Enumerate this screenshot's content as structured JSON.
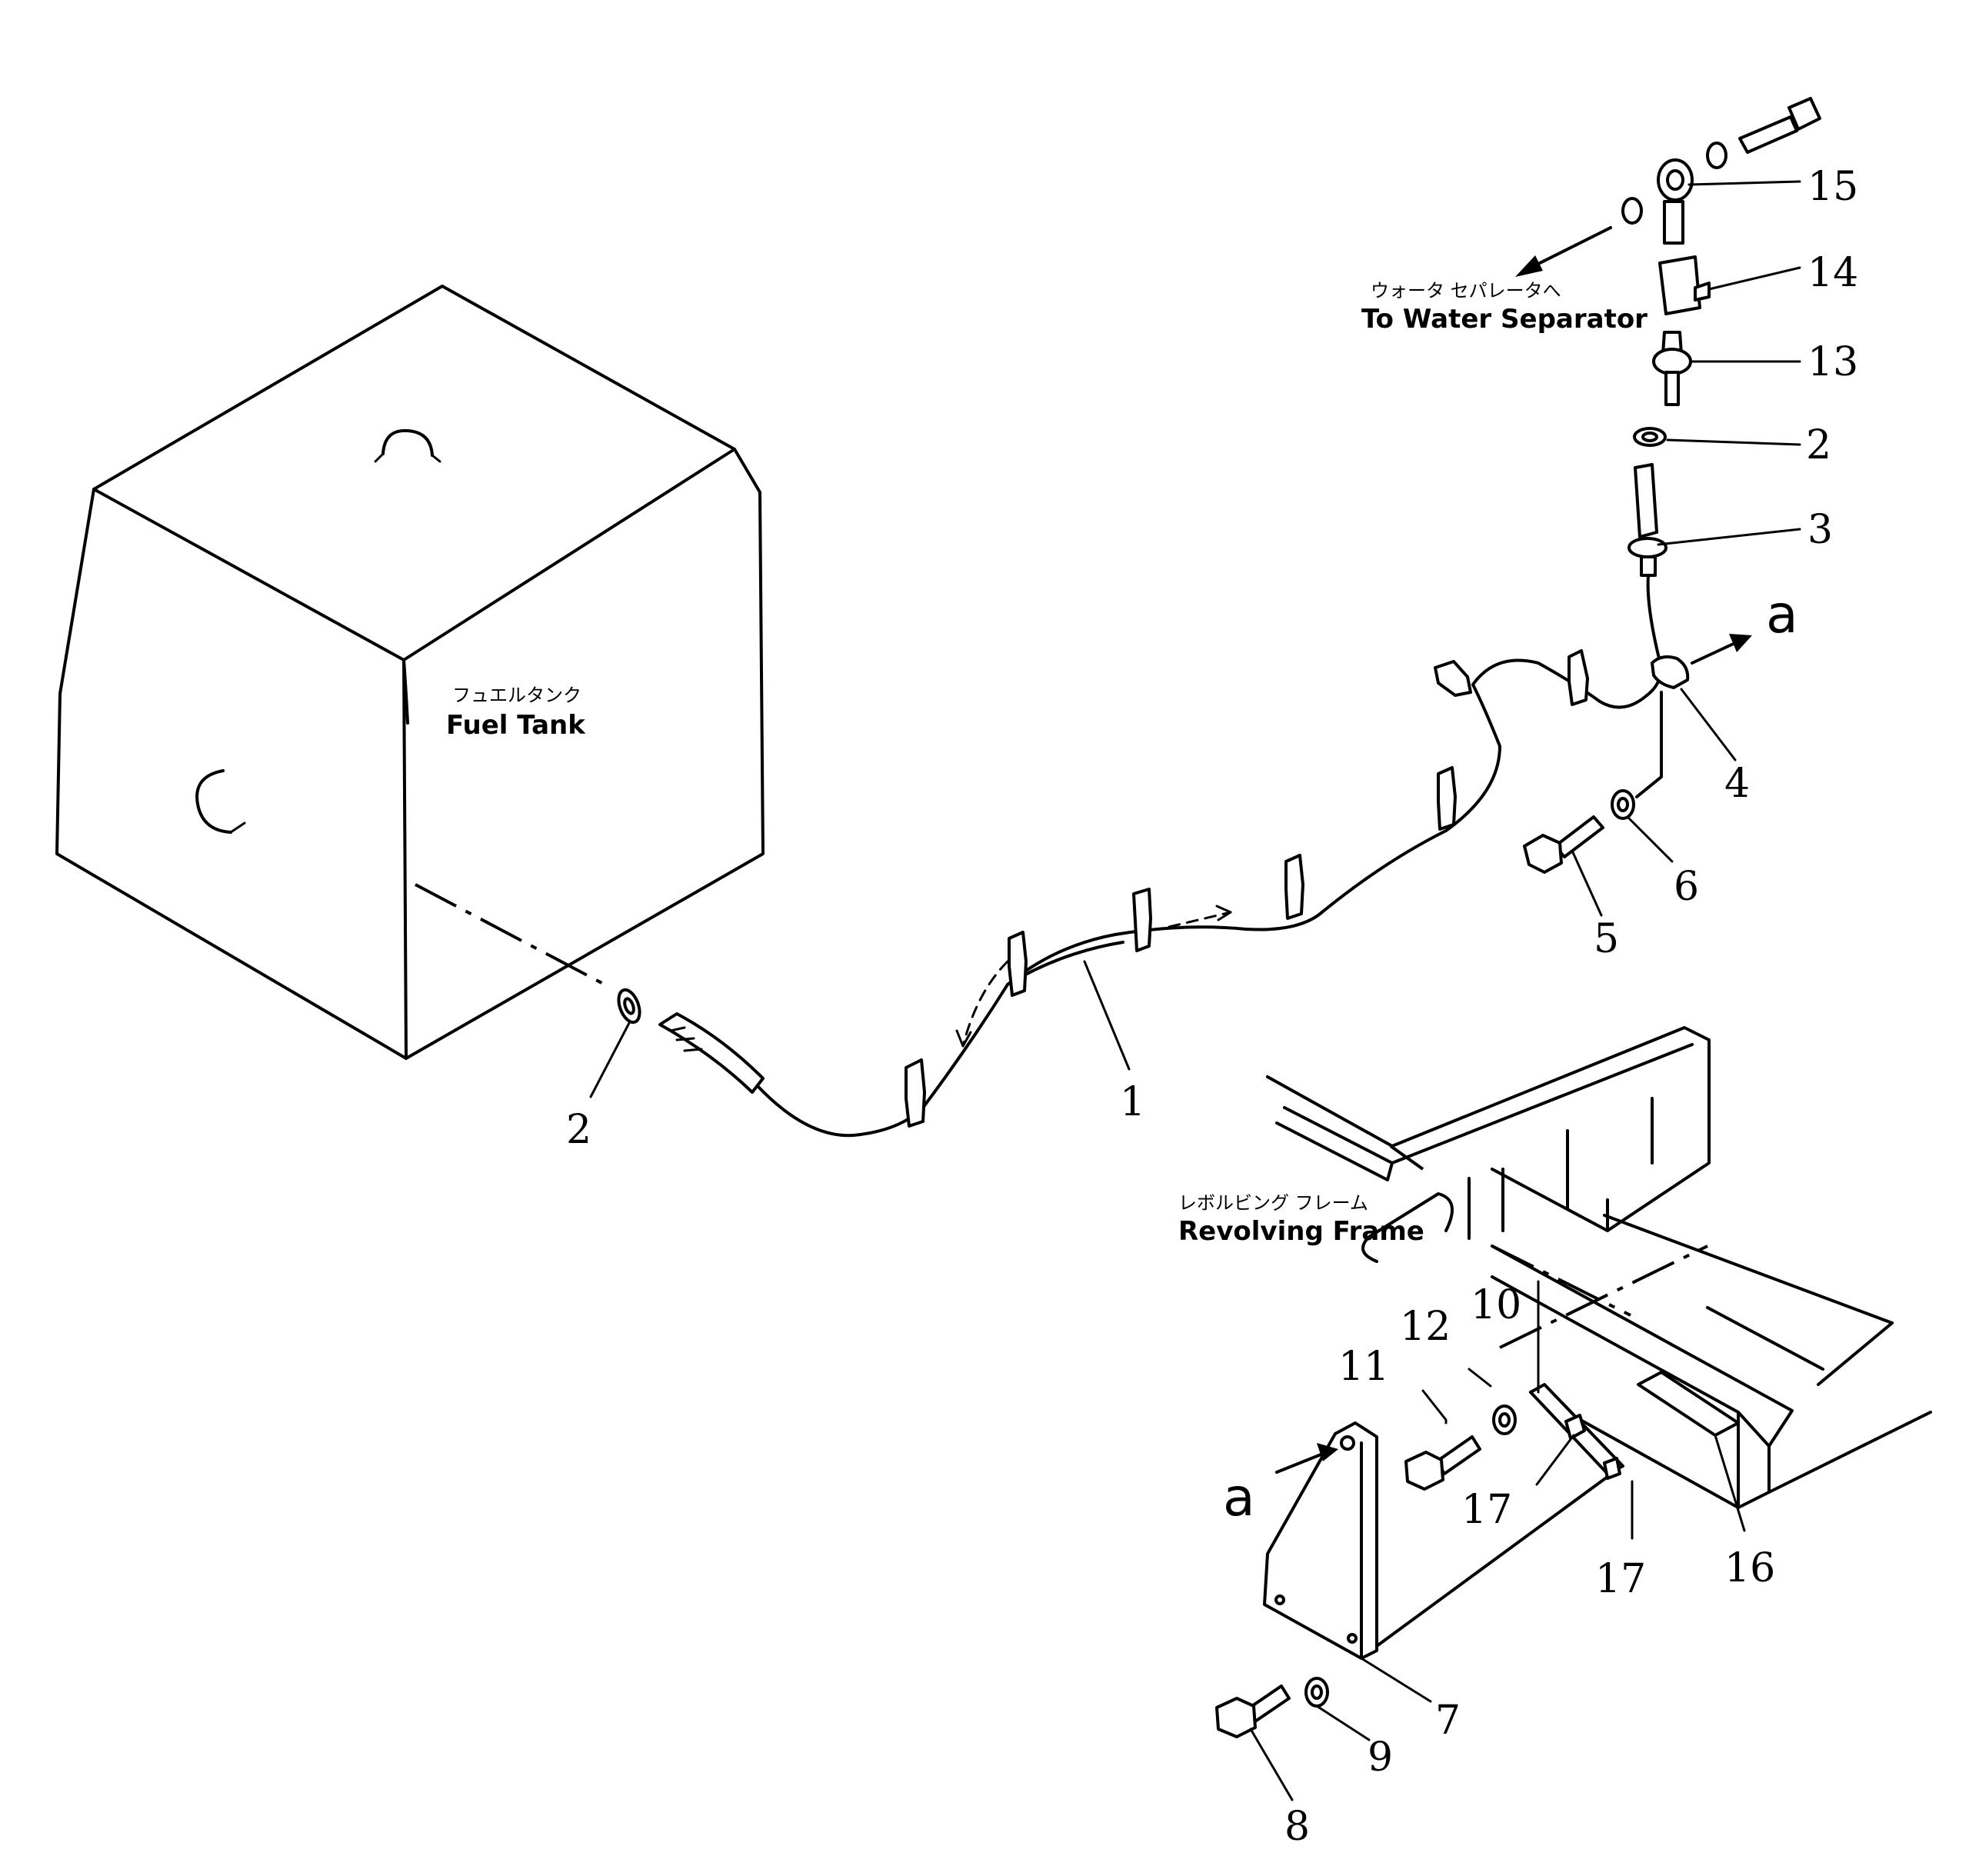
{
  "labels": {
    "fuel_tank_jp": "フュエルタンク",
    "fuel_tank_en": "Fuel  Tank",
    "water_sep_jp": "ウォータ  セパレータへ",
    "water_sep_en": "To Water Separator",
    "frame_jp": "レボルビング  フレーム",
    "frame_en": "Revolving  Frame",
    "view_a_top": "a",
    "view_a_bottom": "a"
  },
  "callouts": {
    "p1": "1",
    "p2_tank": "2",
    "p2_top": "2",
    "p3": "3",
    "p4": "4",
    "p5": "5",
    "p6": "6",
    "p7": "7",
    "p8": "8",
    "p9": "9",
    "p10": "10",
    "p11": "11",
    "p12": "12",
    "p13": "13",
    "p14": "14",
    "p15": "15",
    "p16": "16",
    "p17a": "17",
    "p17b": "17"
  }
}
